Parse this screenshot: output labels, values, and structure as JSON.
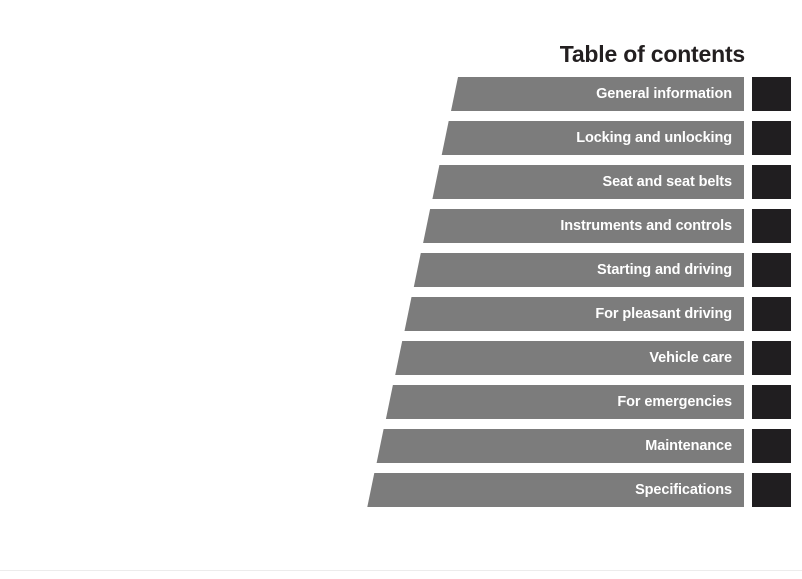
{
  "document": {
    "title": "Table of contents"
  },
  "colors": {
    "bar": "#7c7c7c",
    "chapter_tab": "#201e20",
    "title_text": "#231f20",
    "label_text": "#ffffff",
    "page_background": "#ffffff",
    "footer_rule": "#ececec"
  },
  "toc": {
    "entries": [
      {
        "label": "General information"
      },
      {
        "label": "Locking and unlocking"
      },
      {
        "label": "Seat and seat belts"
      },
      {
        "label": "Instruments and controls"
      },
      {
        "label": "Starting and driving"
      },
      {
        "label": "For pleasant driving"
      },
      {
        "label": "Vehicle care"
      },
      {
        "label": "For emergencies"
      },
      {
        "label": "Maintenance"
      },
      {
        "label": "Specifications"
      }
    ]
  }
}
